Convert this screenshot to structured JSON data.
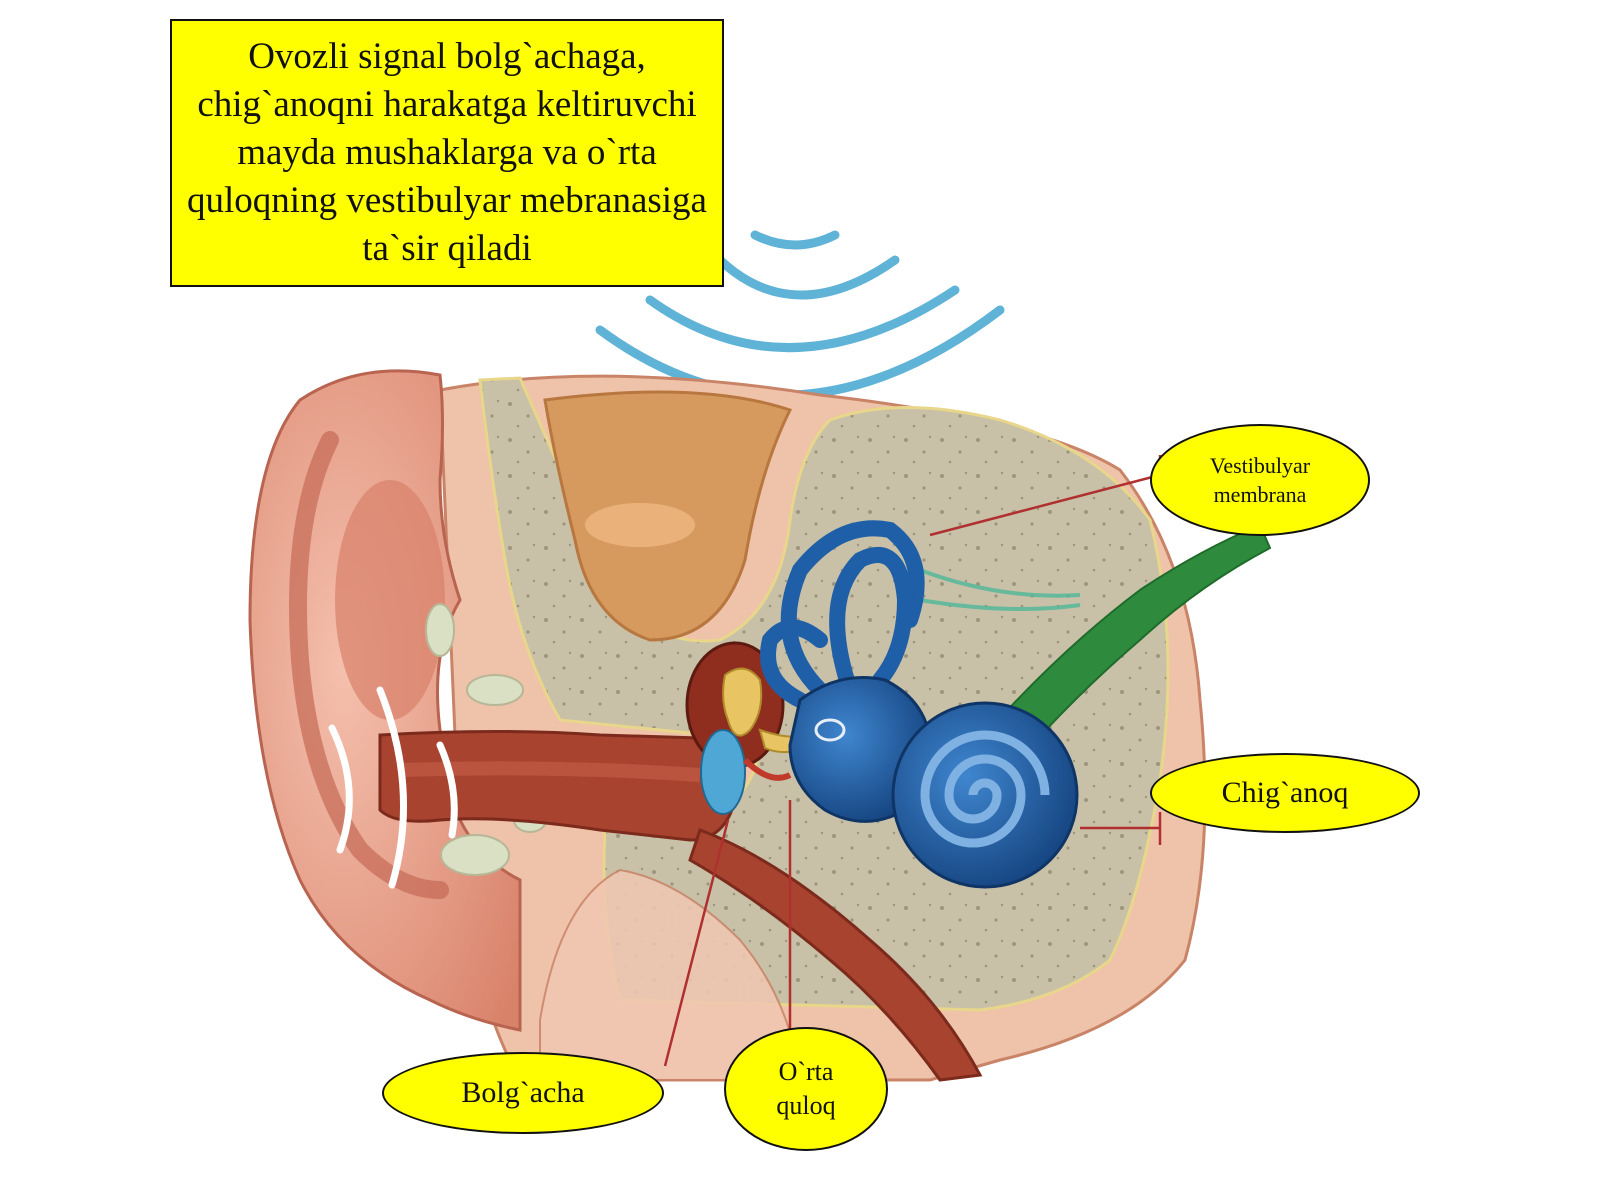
{
  "caption": {
    "text": "Ovozli signal bolg`achaga, chig`anoqni harakatga keltiruvchi mayda mushaklarga va o`rta quloqning vestibulyar mebranasiga ta`sir qiladi"
  },
  "labels": {
    "vestibular_membrane": "Vestibulyar membrana",
    "cochlea": "Chig`anoq",
    "malleus": "Bolg`acha",
    "middle_ear": "O`rta quloq"
  },
  "colors": {
    "label_fill": "#ffff00",
    "skin": "#e8a38f",
    "bone": "#c9c2a8",
    "canal": "#a8432f",
    "inner_ear_blue": "#1f5fa8",
    "nerve_green": "#2e8b3e",
    "sound_waves": "#5fb3d6",
    "leader_line": "#b03030"
  },
  "icons": {
    "sound": "sound-waves-icon"
  }
}
